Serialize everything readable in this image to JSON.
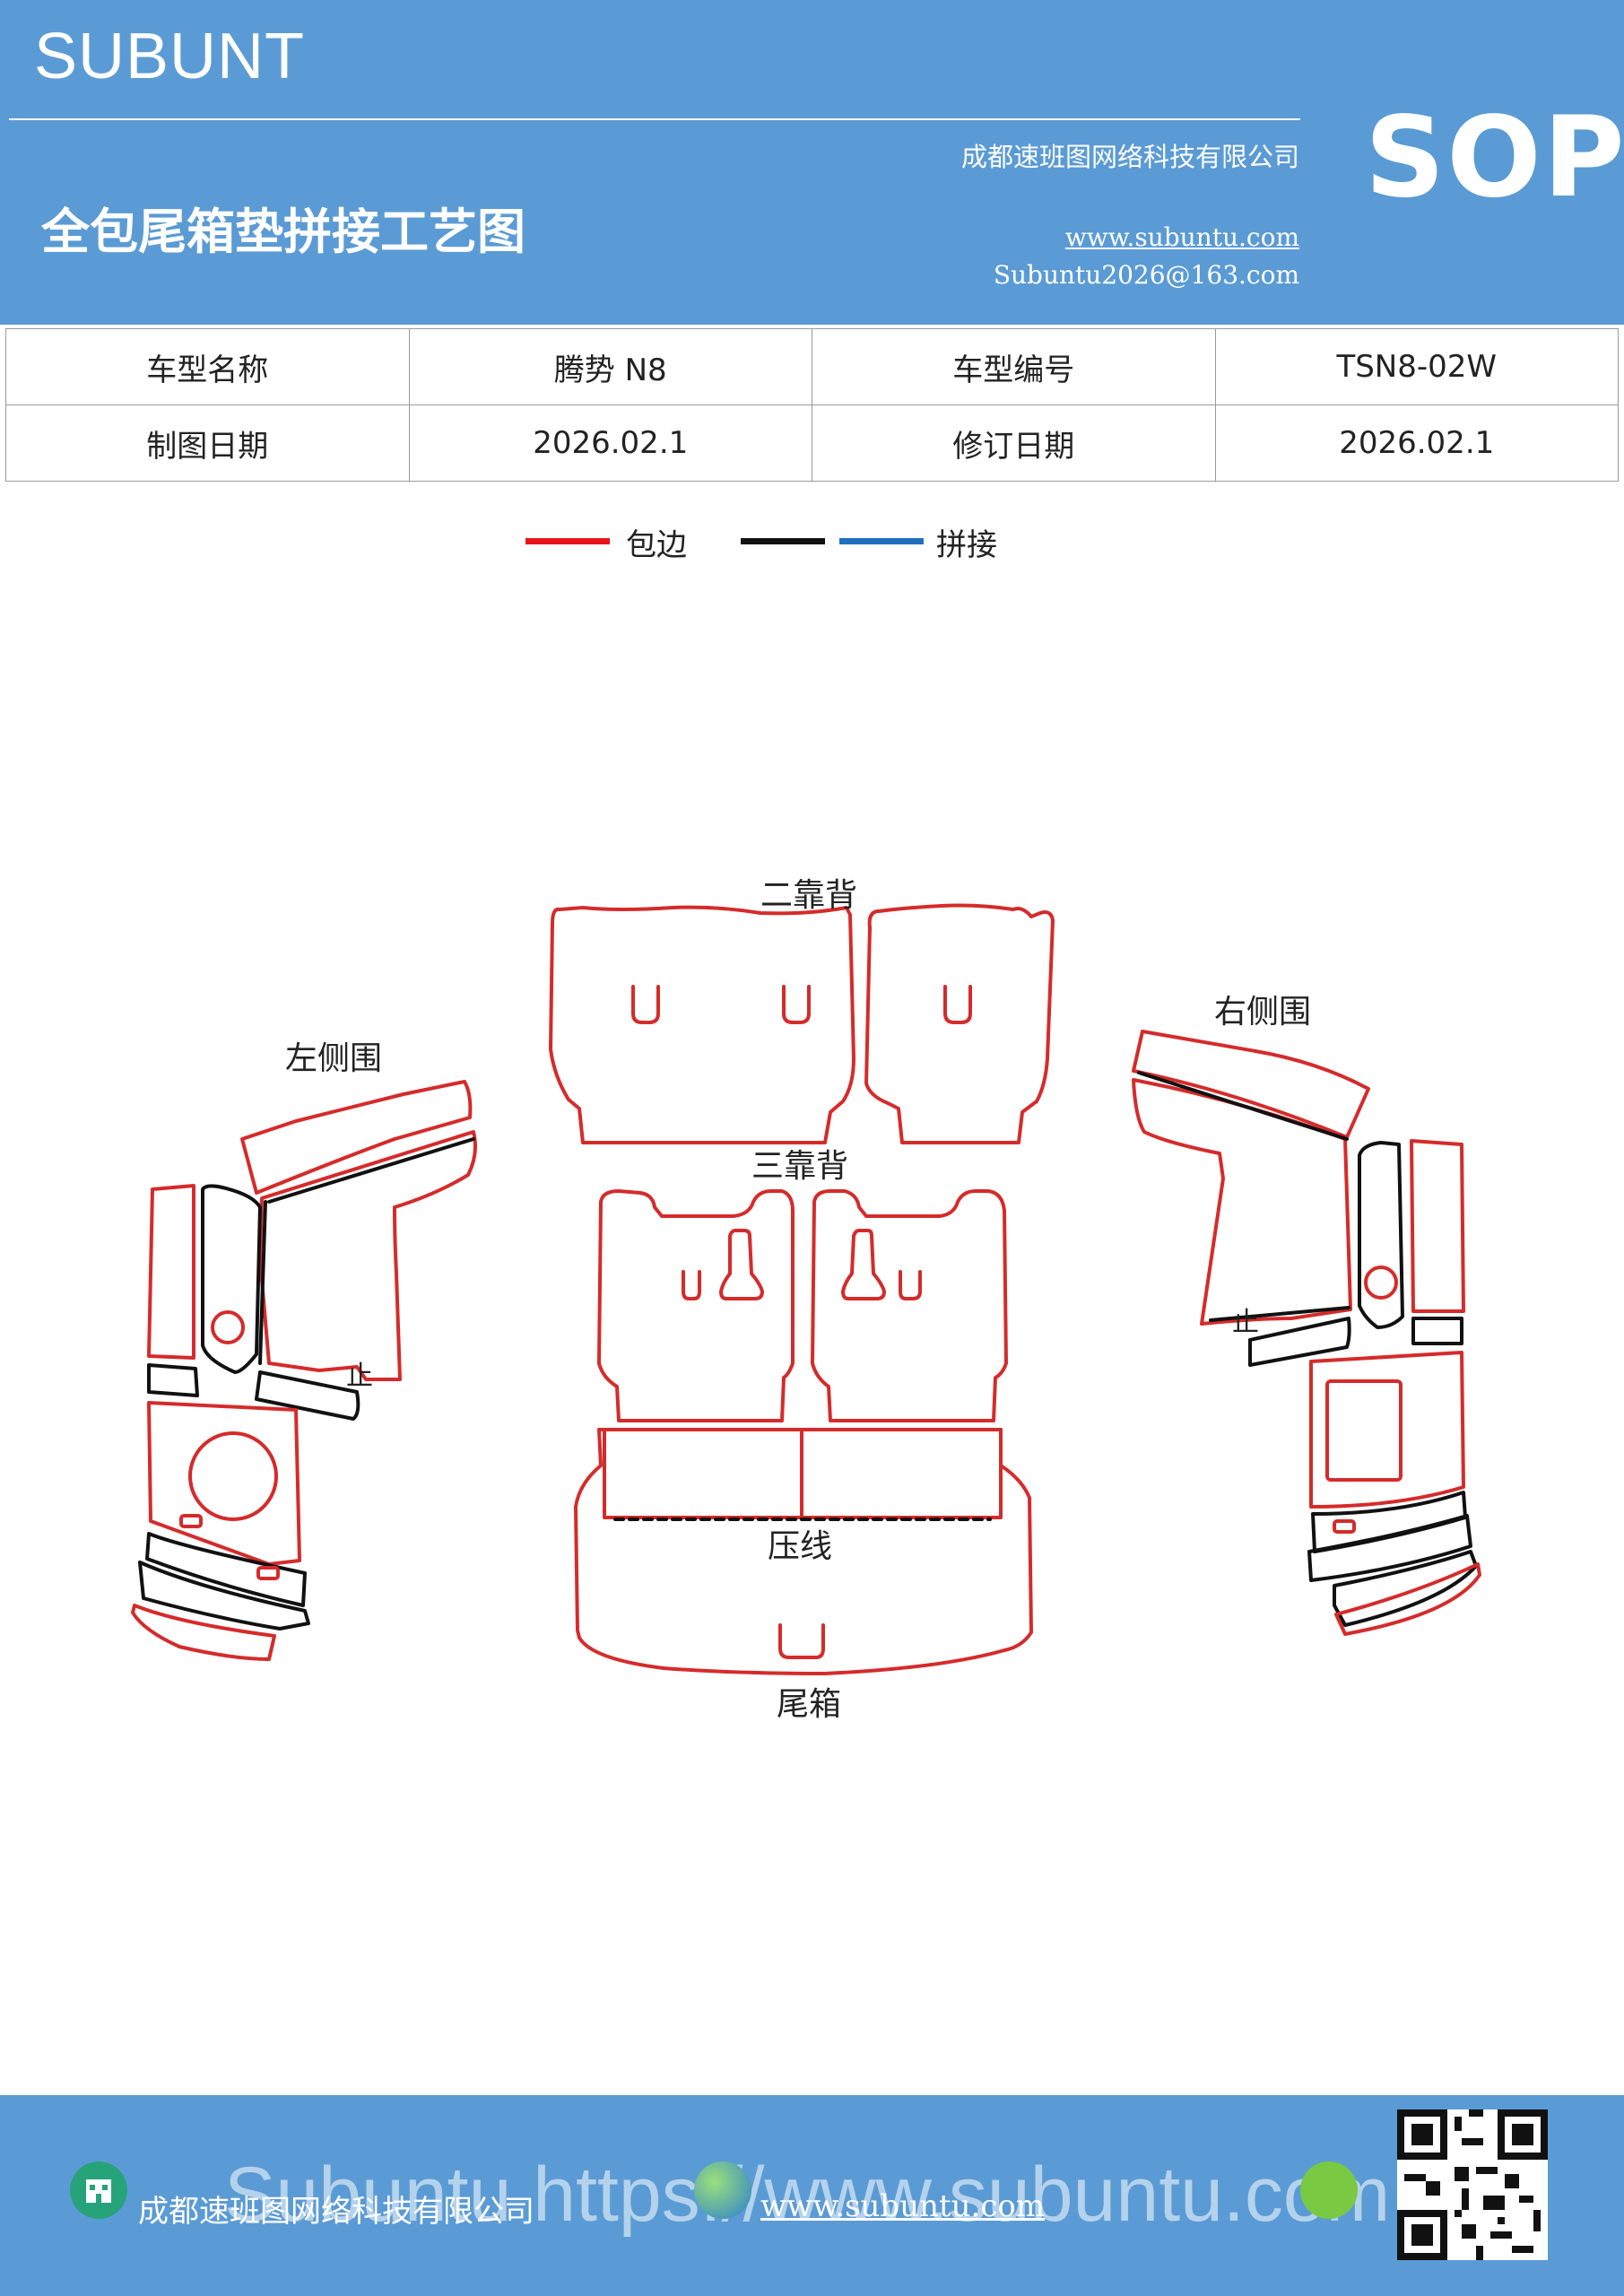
{
  "header": {
    "brand": "SUBUNT",
    "title": "全包尾箱垫拼接工艺图",
    "company": "成都速班图网络科技有限公司",
    "website": "www.subuntu.com",
    "email": "Subuntu2026@163.com",
    "badge": "SOP"
  },
  "info_table": {
    "rows": [
      [
        "车型名称",
        "腾势 N8",
        "车型编号",
        "TSN8-02W"
      ],
      [
        "制图日期",
        "2026.02.1",
        "修订日期",
        "2026.02.1"
      ]
    ]
  },
  "legend": {
    "items": [
      {
        "label": "包边",
        "color": "#e8141b"
      },
      {
        "label": "",
        "color": "#111111"
      },
      {
        "label": "拼接",
        "color": "#1f6fc0"
      }
    ]
  },
  "diagram": {
    "labels": {
      "second_back": "二靠背",
      "third_back": "三靠背",
      "left_side": "左侧围",
      "right_side": "右侧围",
      "crease": "压线",
      "trunk": "尾箱",
      "stop_left": "止",
      "stop_right": "止"
    },
    "colors": {
      "edge": "#d52b2b",
      "seam": "#111111"
    }
  },
  "footer": {
    "company": "成都速班图网络科技有限公司",
    "website": "www.subuntu.com",
    "watermark": "Subuntu https://www.subuntu.com"
  }
}
